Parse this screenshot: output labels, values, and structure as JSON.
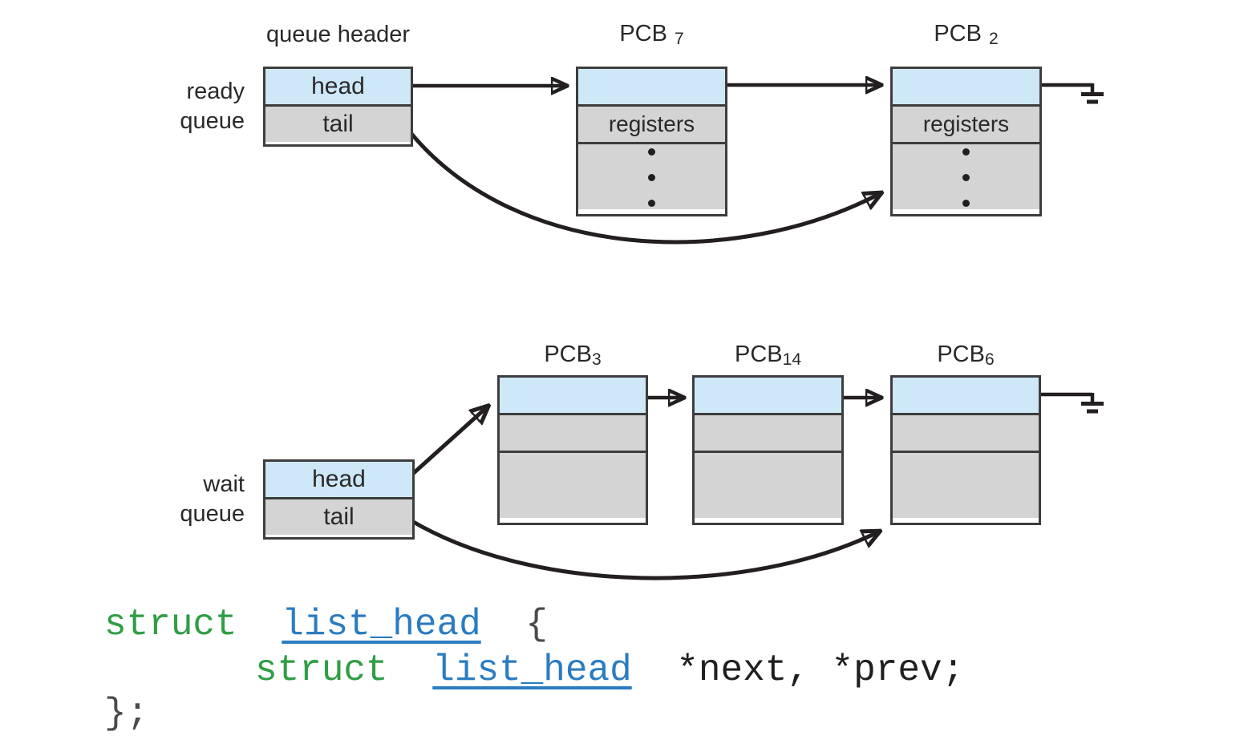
{
  "figure": {
    "queue_header_label": "queue header",
    "ready_label": {
      "line1": "ready",
      "line2": "queue"
    },
    "wait_label": {
      "line1": "wait",
      "line2": "queue"
    },
    "ready_header_box": {
      "head": "head",
      "tail": "tail"
    },
    "wait_header_box": {
      "head": "head",
      "tail": "tail"
    },
    "ready_pcbs": [
      {
        "name": "PCB",
        "sub": "7",
        "row2": "registers"
      },
      {
        "name": "PCB",
        "sub": "2",
        "row2": "registers"
      }
    ],
    "wait_pcbs": [
      {
        "name": "PCB",
        "sub": "3"
      },
      {
        "name": "PCB",
        "sub": "14"
      },
      {
        "name": "PCB",
        "sub": "6"
      }
    ],
    "colors": {
      "pointer_cell_fill": "#cee8f8",
      "field_cell_fill": "#d4d4d4",
      "box_border": "#3d3d3d",
      "arrow": "#231f20"
    }
  },
  "code": {
    "line1": {
      "keyword": "struct",
      "type_name": "list_head",
      "open_brace": "{"
    },
    "line2": {
      "keyword": "struct",
      "type_name": "list_head",
      "declaration": "*next, *prev;"
    },
    "line3": {
      "closing": "};"
    },
    "colors": {
      "keyword": "#2f9e44",
      "type_link": "#2b7cc1",
      "text": "#1f1f1f",
      "punctuation": "#4a4a4a"
    }
  }
}
